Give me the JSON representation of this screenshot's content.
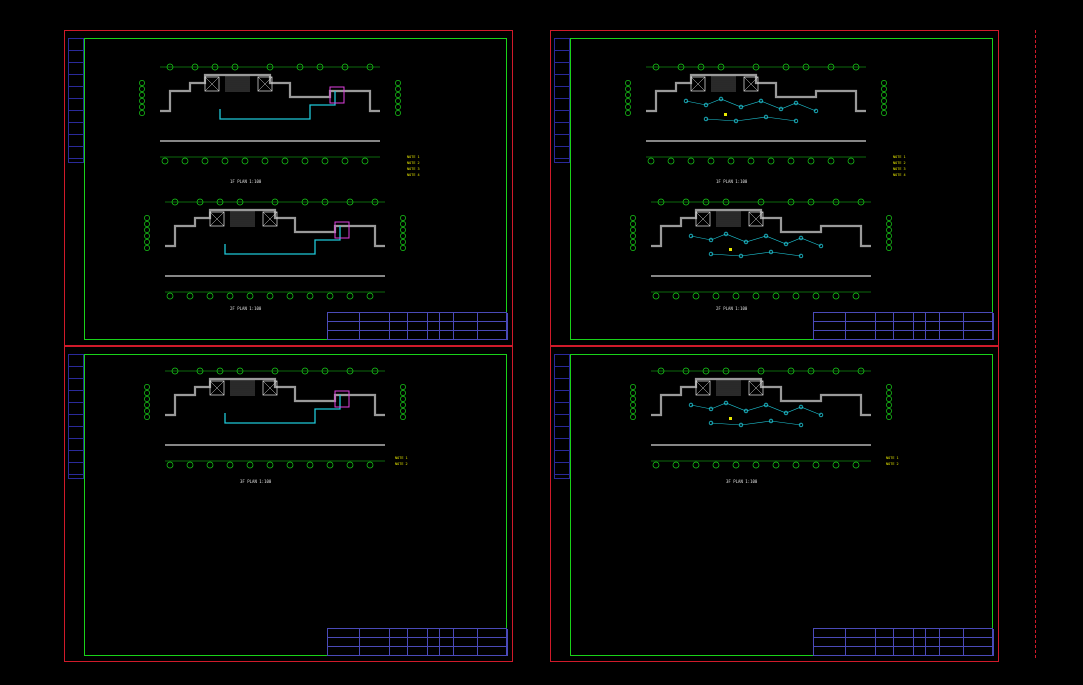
{
  "sheets": [
    {
      "id": "sheet-top-left",
      "caption": "1F PLAN 1:100",
      "caption2": "2F PLAN 1:100",
      "notes": [
        "NOTE 1",
        "NOTE 2",
        "NOTE 3",
        "NOTE 4"
      ],
      "style": "piping"
    },
    {
      "id": "sheet-top-right",
      "caption": "1F PLAN 1:100",
      "caption2": "2F PLAN 1:100",
      "notes": [
        "NOTE 1",
        "NOTE 2",
        "NOTE 3",
        "NOTE 4"
      ],
      "style": "electrical"
    },
    {
      "id": "sheet-bottom-left",
      "caption": "3F PLAN 1:100",
      "notes": [
        "NOTE 1",
        "NOTE 2"
      ],
      "style": "piping"
    },
    {
      "id": "sheet-bottom-right",
      "caption": "3F PLAN 1:100",
      "notes": [
        "NOTE 1",
        "NOTE 2"
      ],
      "style": "electrical"
    }
  ],
  "colors": {
    "frame": "#d01a2a",
    "border": "#19d219",
    "wall": "#9a9a9a",
    "axis": "#19d219",
    "pipe": "#1ec8d8",
    "accent": "#e040e0",
    "note": "#e8e800",
    "titleblock": "#4a4ab8"
  }
}
